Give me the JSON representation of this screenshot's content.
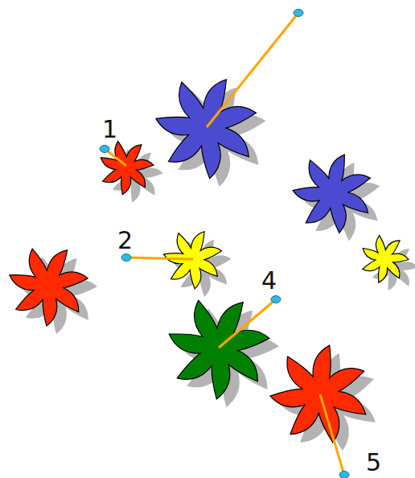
{
  "diagram": {
    "labels": [
      "1",
      "2",
      "4",
      "5"
    ]
  }
}
